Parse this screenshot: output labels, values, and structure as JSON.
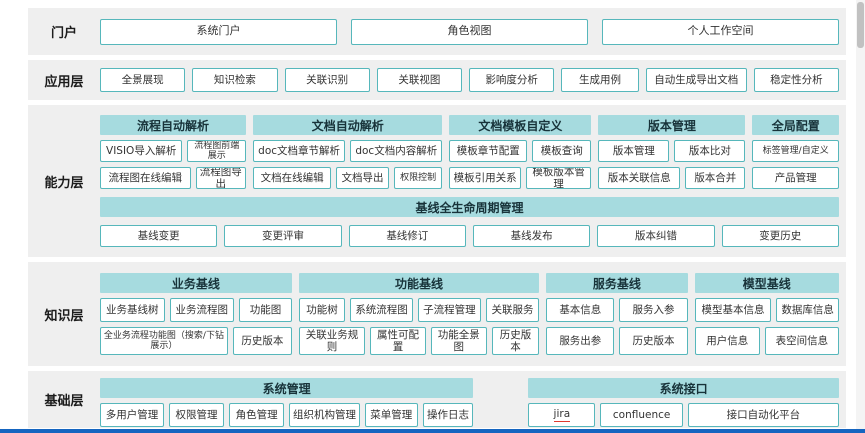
{
  "colors": {
    "panel": "#efefef",
    "header-bg": "#a6dbdf",
    "box-border": "#56b7bb",
    "bottom-bar": "#1565c0",
    "scroll-thumb": "#c1c1c1"
  },
  "portal": {
    "label": "门户",
    "items": [
      "系统门户",
      "角色视图",
      "个人工作空间"
    ]
  },
  "app": {
    "label": "应用层",
    "items": [
      "全景展现",
      "知识检索",
      "关联识别",
      "关联视图",
      "影响度分析",
      "生成用例",
      "自动生成导出文档",
      "稳定性分析"
    ]
  },
  "cap": {
    "label": "能力层",
    "headers": [
      "流程自动解析",
      "文档自动解析",
      "文档模板自定义",
      "版本管理",
      "全局配置"
    ],
    "c1r1": [
      "VISIO导入解析",
      "流程图前端展示"
    ],
    "c1r2": [
      "流程图在线编辑",
      "流程图导出"
    ],
    "c2r1": [
      "doc文档章节解析",
      "doc文档内容解析"
    ],
    "c2r2": [
      "文档在线编辑",
      "文档导出",
      "权限控制"
    ],
    "c3r1": [
      "模板章节配置",
      "模板查询"
    ],
    "c3r2": [
      "模板引用关系",
      "模板版本管理"
    ],
    "c4r1": [
      "版本管理",
      "版本比对"
    ],
    "c4r2": [
      "版本关联信息",
      "版本合并"
    ],
    "c5r1": [
      "标签管理/自定义"
    ],
    "c5r2": [
      "产品管理"
    ],
    "lifecycle_header": "基线全生命周期管理",
    "lifecycle_items": [
      "基线变更",
      "变更评审",
      "基线修订",
      "基线发布",
      "版本纠错",
      "变更历史"
    ]
  },
  "knw": {
    "label": "知识层",
    "headers": [
      "业务基线",
      "功能基线",
      "服务基线",
      "模型基线"
    ],
    "b1r1": [
      "业务基线树",
      "业务流程图",
      "功能图"
    ],
    "b1r2": [
      "全业务流程功能图（搜索/下钻展示）",
      "历史版本"
    ],
    "b2r1": [
      "功能树",
      "系统流程图",
      "子流程管理",
      "关联服务"
    ],
    "b2r2": [
      "关联业务规则",
      "属性可配置",
      "功能全景图",
      "历史版本"
    ],
    "b3r1": [
      "基本信息",
      "服务入参"
    ],
    "b3r2": [
      "服务出参",
      "历史版本"
    ],
    "b4r1": [
      "模型基本信息",
      "数据库信息"
    ],
    "b4r2": [
      "用户信息",
      "表空间信息"
    ]
  },
  "base": {
    "label": "基础层",
    "sys_header": "系统管理",
    "sys_items": [
      "多用户管理",
      "权限管理",
      "角色管理",
      "组织机构管理",
      "菜单管理",
      "操作日志"
    ],
    "api_header": "系统接口",
    "api_items": [
      "jira",
      "confluence",
      "接口自动化平台"
    ]
  }
}
